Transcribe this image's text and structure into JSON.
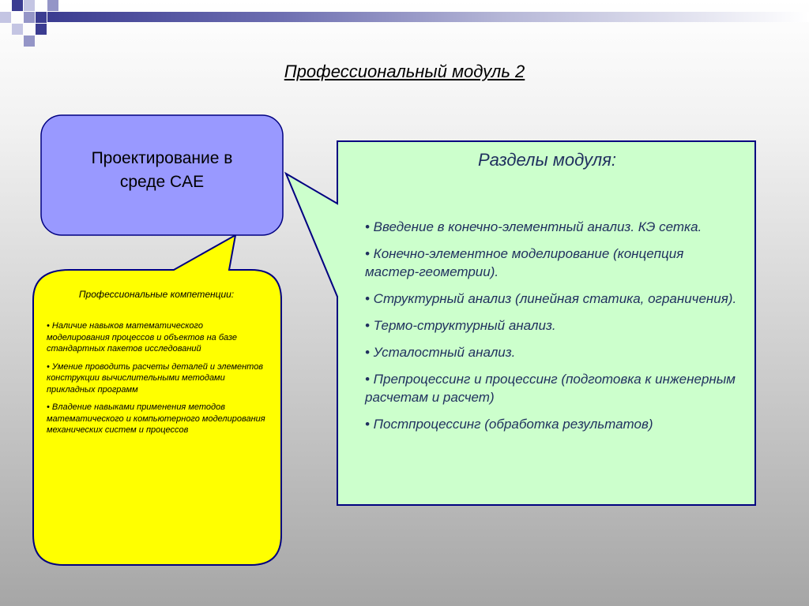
{
  "header": {
    "title": "Профессиональный модуль 2"
  },
  "module": {
    "name_line1": "Проектирование в",
    "name_line2": "среде CAE"
  },
  "competencies": {
    "heading": "Профессиональные компетенции:",
    "items": [
      "• Наличие навыков математического моделирования процессов и объектов на базе стандартных пакетов исследований",
      "• Умение проводить расчеты деталей и элементов конструкции вычислительными методами прикладных программ",
      "• Владение навыками применения методов математического и компьютерного моделирования механических систем и процессов"
    ]
  },
  "sections": {
    "heading": "Разделы модуля:",
    "items": [
      "• Введение в конечно-элементный анализ. КЭ сетка.",
      "• Конечно-элементное моделирование (концепция мастер-геометрии).",
      "• Структурный анализ (линейная статика, ограничения).",
      "• Термо-структурный анализ.",
      "• Усталостный анализ.",
      "• Препроцессинг и процессинг (подготовка к инженерным расчетам и расчет)",
      "• Постпроцессинг (обработка результатов)"
    ]
  },
  "colors": {
    "blue_box": "#9999ff",
    "yellow_box": "#ffff00",
    "green_box": "#ccffcc",
    "outline": "#000080",
    "section_text": "#1f2f5e",
    "decor_dark": "#3b3c91",
    "decor_light": "#c4c5e3"
  }
}
